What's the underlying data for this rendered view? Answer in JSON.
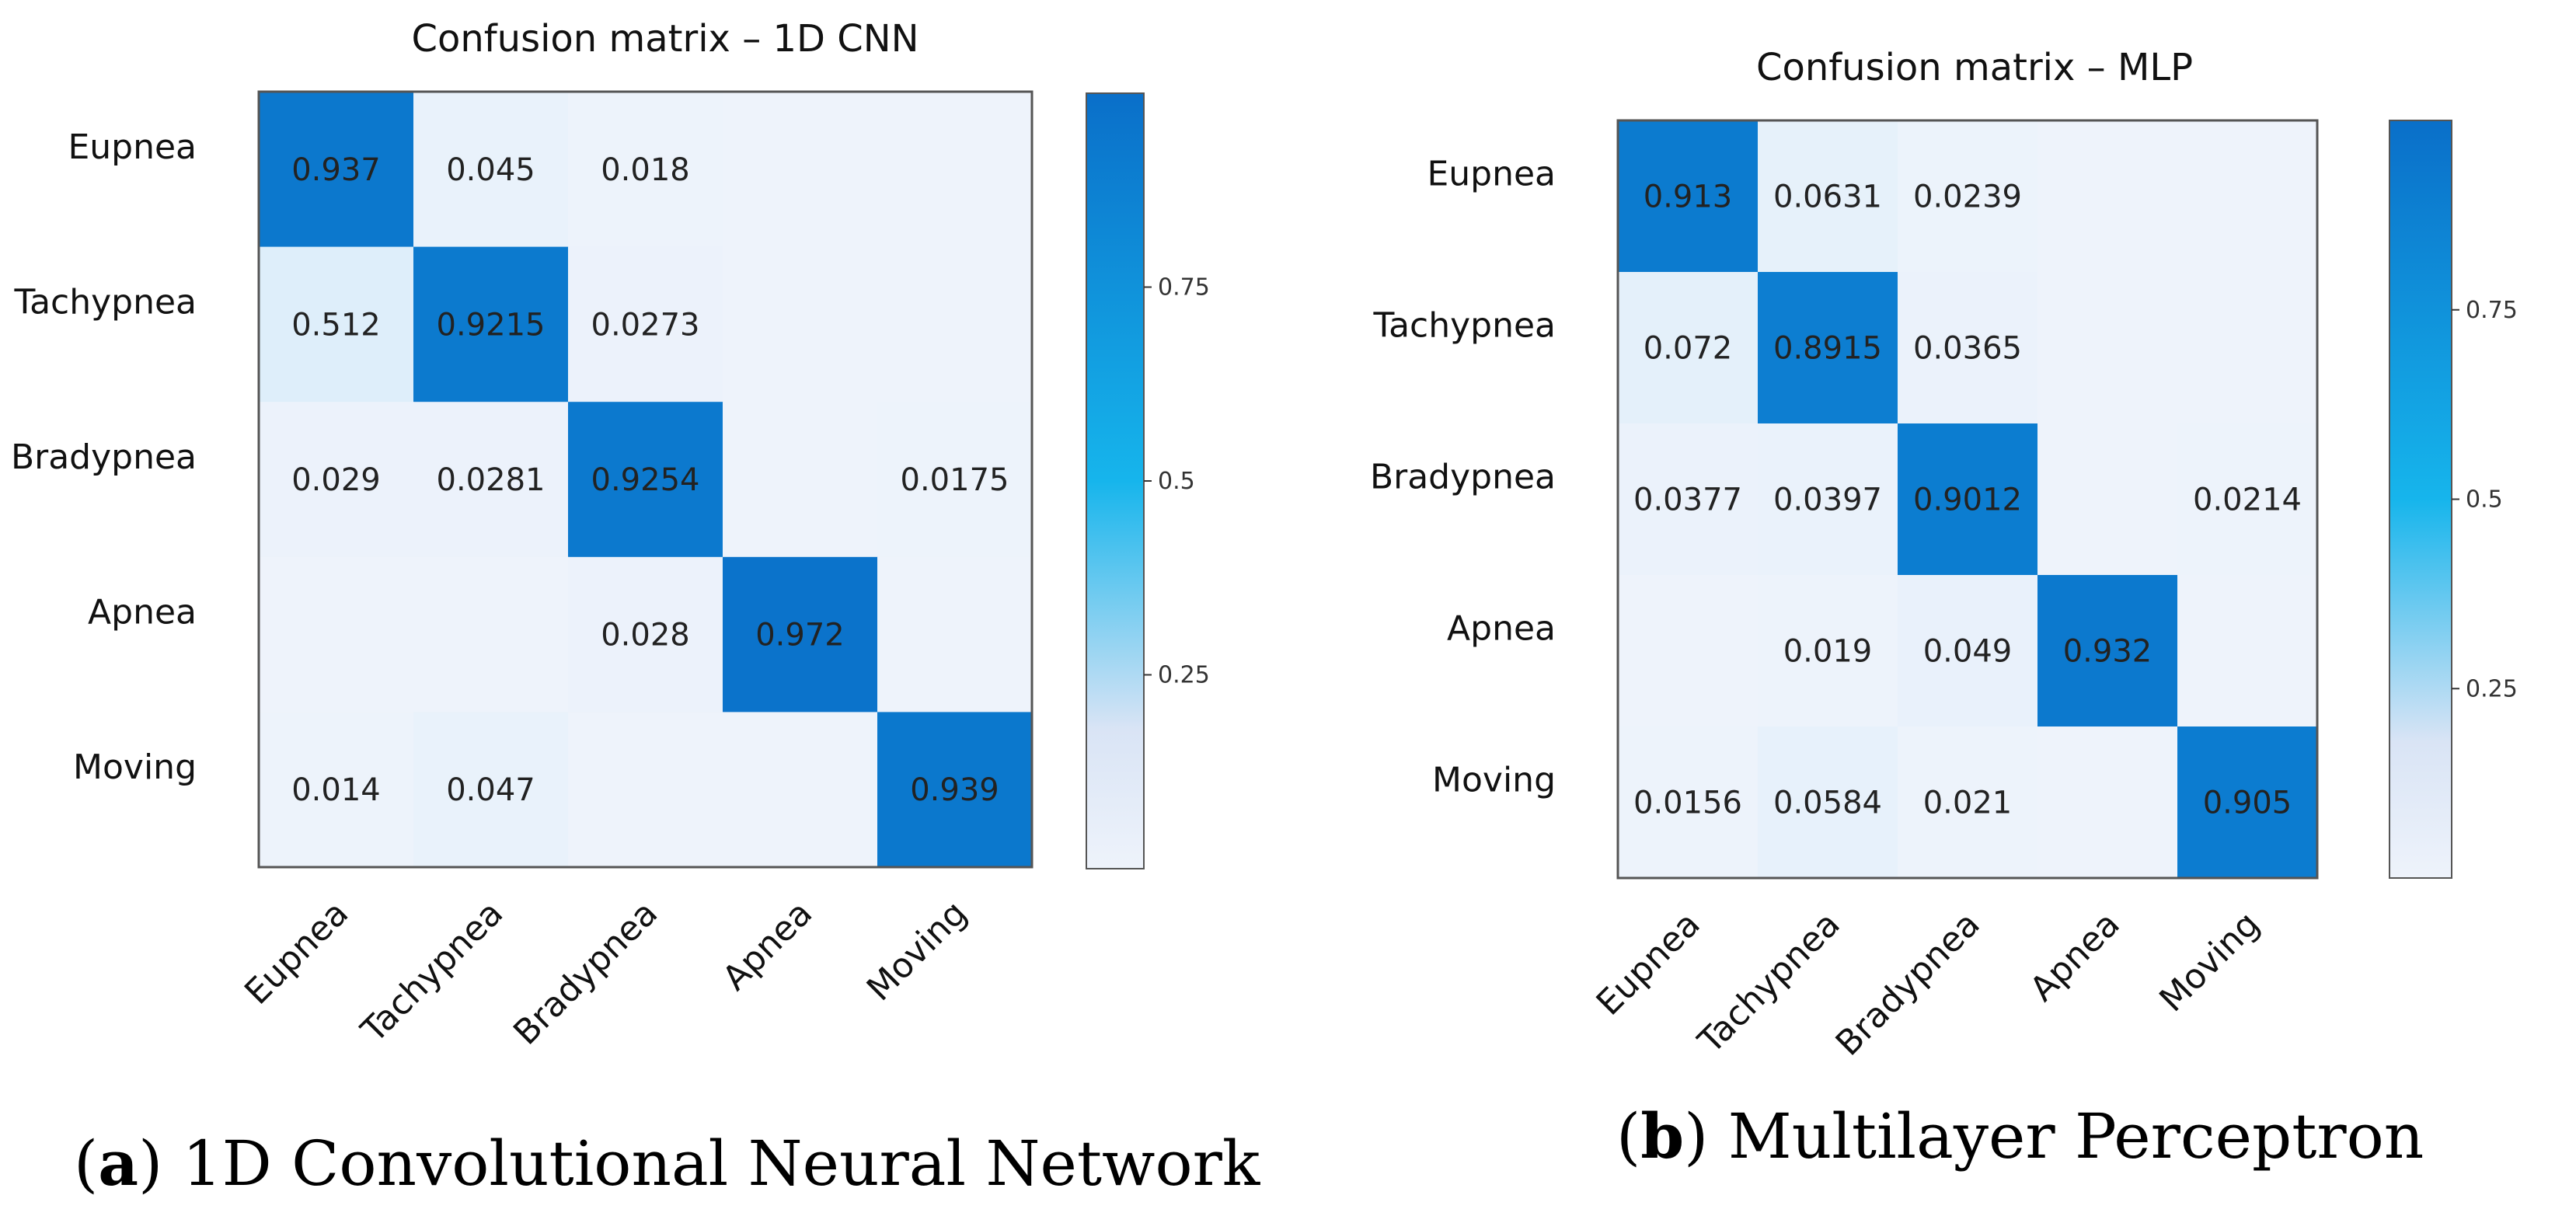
{
  "colors": {
    "low": "#eef3fb",
    "mid": "#16b5ec",
    "high": "#0a6fc9",
    "border": "#555555"
  },
  "chart_data": [
    {
      "type": "heatmap",
      "title": "Confusion matrix – 1D CNN",
      "rows": [
        "Eupnea",
        "Tachypnea",
        "Bradypnea",
        "Apnea",
        "Moving"
      ],
      "columns": [
        "Eupnea",
        "Tachypnea",
        "Bradypnea",
        "Apnea",
        "Moving"
      ],
      "values": [
        [
          0.937,
          0.045,
          0.018,
          null,
          null
        ],
        [
          0.512,
          0.9215,
          0.0273,
          null,
          null
        ],
        [
          0.029,
          0.0281,
          0.9254,
          null,
          0.0175
        ],
        [
          null,
          null,
          0.028,
          0.972,
          null
        ],
        [
          0.014,
          0.047,
          null,
          null,
          0.939
        ]
      ],
      "value_labels": [
        [
          "0.937",
          "0.045",
          "0.018",
          "",
          ""
        ],
        [
          "0.512",
          "0.9215",
          "0.0273",
          "",
          ""
        ],
        [
          "0.029",
          "0.0281",
          "0.9254",
          "",
          "0.0175"
        ],
        [
          "",
          "",
          "0.028",
          "0.972",
          ""
        ],
        [
          "0.014",
          "0.047",
          "",
          "",
          "0.939"
        ]
      ],
      "cell_shade": [
        [
          0.937,
          0.045,
          0.018,
          0.0,
          0.0
        ],
        [
          0.1,
          0.9215,
          0.0273,
          0.0,
          0.0
        ],
        [
          0.029,
          0.0281,
          0.9254,
          0.0,
          0.0175
        ],
        [
          0.0,
          0.0,
          0.028,
          0.972,
          0.0
        ],
        [
          0.014,
          0.047,
          0.0,
          0.0,
          0.939
        ]
      ],
      "colorbar": {
        "range": [
          0,
          1
        ],
        "ticks": [
          0.25,
          0.5,
          0.75
        ],
        "tick_labels": [
          "0.25",
          "0.5",
          "0.75"
        ]
      },
      "caption_letter": "a",
      "caption_text": "1D Convolutional Neural Network"
    },
    {
      "type": "heatmap",
      "title": "Confusion matrix – MLP",
      "rows": [
        "Eupnea",
        "Tachypnea",
        "Bradypnea",
        "Apnea",
        "Moving"
      ],
      "columns": [
        "Eupnea",
        "Tachypnea",
        "Bradypnea",
        "Apnea",
        "Moving"
      ],
      "values": [
        [
          0.913,
          0.0631,
          0.0239,
          null,
          null
        ],
        [
          0.072,
          0.8915,
          0.0365,
          null,
          null
        ],
        [
          0.0377,
          0.0397,
          0.9012,
          null,
          0.0214
        ],
        [
          null,
          0.019,
          0.049,
          0.932,
          null
        ],
        [
          0.0156,
          0.0584,
          0.021,
          null,
          0.905
        ]
      ],
      "value_labels": [
        [
          "0.913",
          "0.0631",
          "0.0239",
          "",
          ""
        ],
        [
          "0.072",
          "0.8915",
          "0.0365",
          "",
          ""
        ],
        [
          "0.0377",
          "0.0397",
          "0.9012",
          "",
          "0.0214"
        ],
        [
          "",
          "0.019",
          "0.049",
          "0.932",
          ""
        ],
        [
          "0.0156",
          "0.0584",
          "0.021",
          "",
          "0.905"
        ]
      ],
      "cell_shade": [
        [
          0.913,
          0.0631,
          0.0239,
          0.0,
          0.0
        ],
        [
          0.072,
          0.8915,
          0.0365,
          0.0,
          0.0
        ],
        [
          0.0377,
          0.0397,
          0.9012,
          0.0,
          0.0214
        ],
        [
          0.0,
          0.019,
          0.049,
          0.932,
          0.0
        ],
        [
          0.0156,
          0.0584,
          0.021,
          0.0,
          0.905
        ]
      ],
      "colorbar": {
        "range": [
          0,
          1
        ],
        "ticks": [
          0.25,
          0.5,
          0.75
        ],
        "tick_labels": [
          "0.25",
          "0.5",
          "0.75"
        ]
      },
      "caption_letter": "b",
      "caption_text": "Multilayer Perceptron"
    }
  ]
}
